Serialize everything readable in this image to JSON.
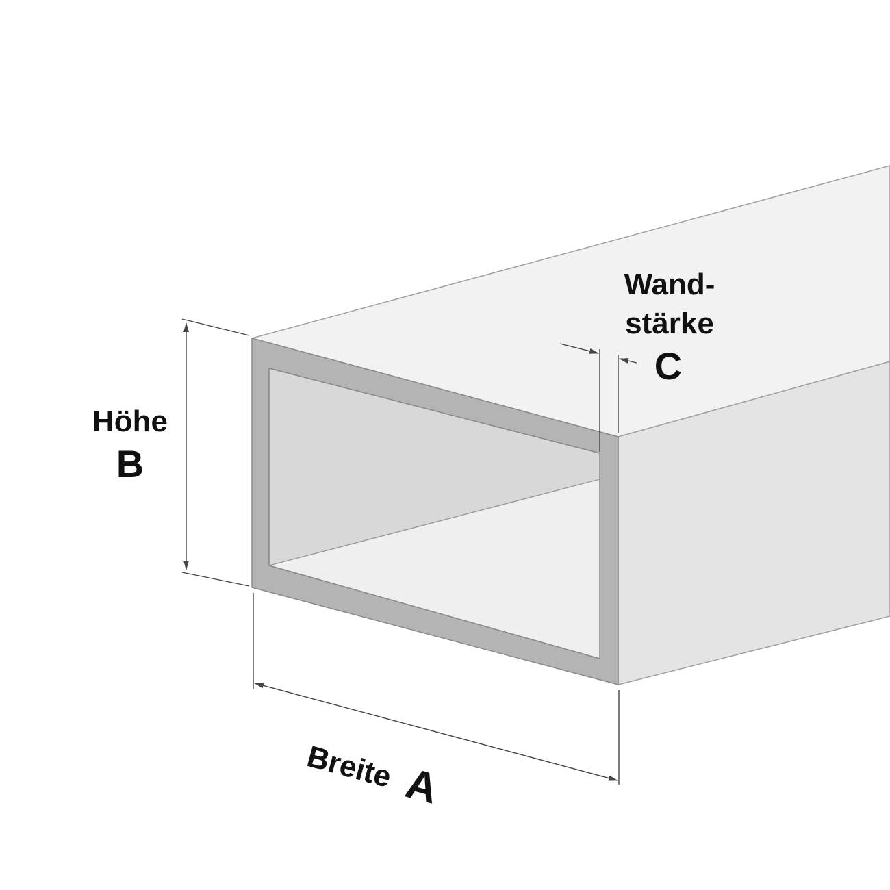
{
  "labels": {
    "height_word": "Höhe",
    "height_letter": "B",
    "width_word": "Breite",
    "width_letter": "A",
    "wall_line1": "Wand-",
    "wall_line2": "stärke",
    "wall_letter": "C"
  },
  "colors": {
    "background": "#ffffff",
    "top_face": "#f2f2f2",
    "side_face": "#e4e4e4",
    "wall_section": "#b4b4b4",
    "inner_top": "#d8d8d8",
    "inner_bottom": "#efefef",
    "edge": "#8a8a8a",
    "dimension_line": "#444444",
    "text": "#111111"
  }
}
